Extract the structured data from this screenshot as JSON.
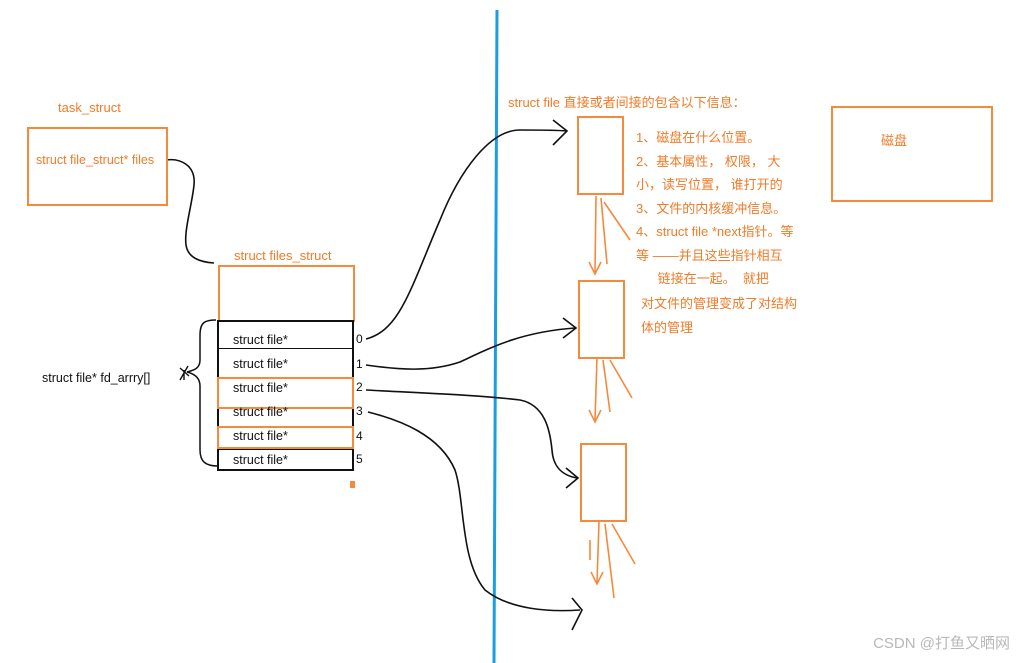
{
  "task_struct": {
    "title": "task_struct",
    "field": "struct file_struct* files"
  },
  "files_struct": {
    "title": "struct files_struct",
    "fd_array_label": "struct file* fd_arrry[]",
    "rows": [
      "struct file*",
      "struct file*",
      "struct file*",
      "struct file*",
      "struct file*",
      "struct file*"
    ],
    "indices": [
      "0",
      "1",
      "2",
      "3",
      "4",
      "5"
    ]
  },
  "file_info": {
    "heading": "struct file 直接或者间接的包含以下信息：",
    "lines": [
      "1、磁盘在什么位置。",
      "2、基本属性，  权限，  大",
      "小，读写位置，  谁打开的",
      "3、文件的内核缓冲信息。",
      "4、struct file *next指针。等",
      "等   ——并且这些指针相互",
      "      链接在一起。  就把"
    ],
    "conclusion": [
      "对文件的管理变成了对结构",
      "体的管理"
    ]
  },
  "disk": {
    "label": "磁盘"
  },
  "watermark": "CSDN @打鱼又晒网",
  "colors": {
    "orange": "#f58a3c",
    "orange_text": "#f07b28",
    "blue_divider": "#1a9ee0",
    "ink": "#111111"
  }
}
